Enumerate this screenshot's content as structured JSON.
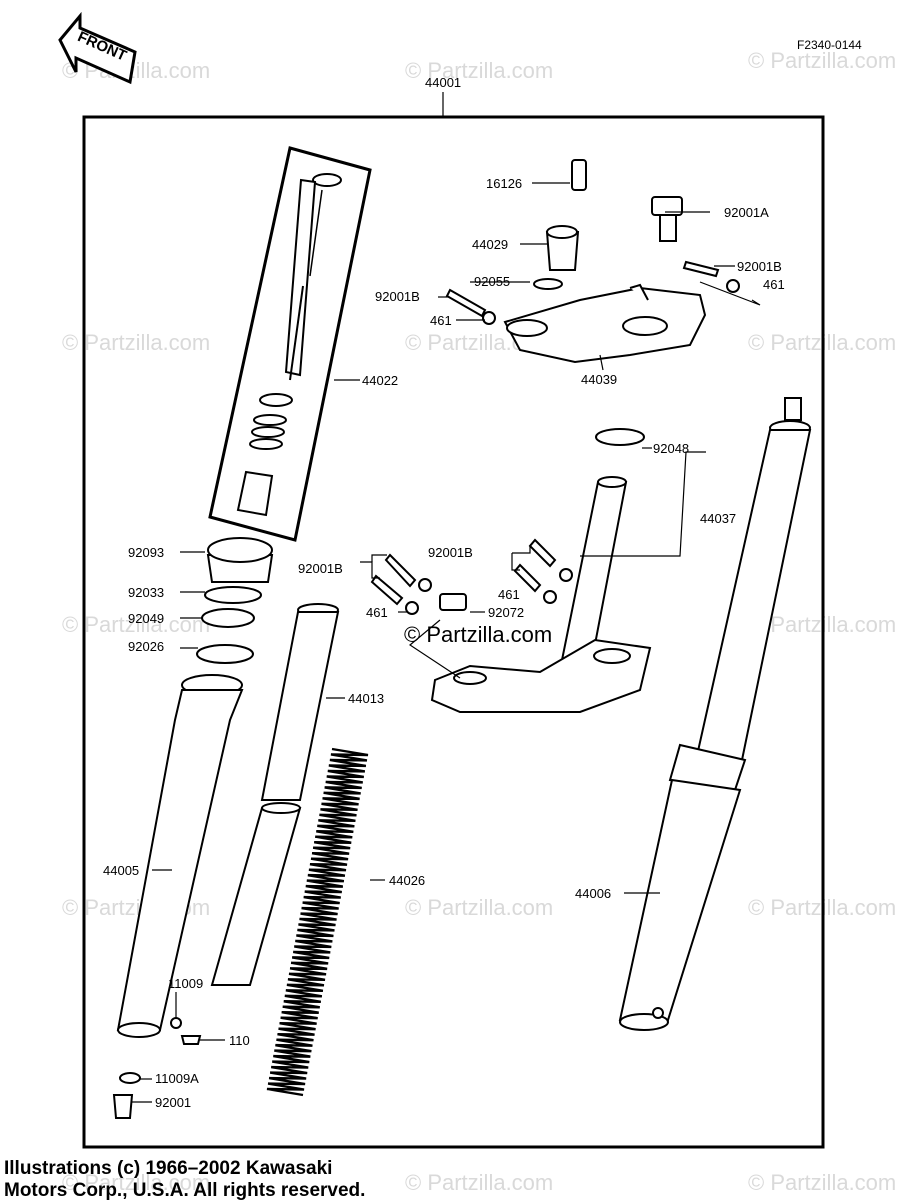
{
  "figure_code": "F2340-0144",
  "front_badge": "FRONT",
  "watermark": "© Partzilla.com",
  "copyright": {
    "line1": "Illustrations (c) 1966–2002 Kawasaki",
    "line2": "Motors Corp., U.S.A.  All rights reserved."
  },
  "parts": {
    "p44001": "44001",
    "p16126": "16126",
    "p92001a": "92001A",
    "p44029": "44029",
    "p92001b_r": "92001B",
    "p92055": "92055",
    "p461_r": "461",
    "p92001b_l": "92001B",
    "p461_l": "461",
    "p44039": "44039",
    "p44022": "44022",
    "p92048": "92048",
    "p44037": "44037",
    "p92093": "92093",
    "p92001b_m": "92001B",
    "p92001b_m2": "92001B",
    "p92033": "92033",
    "p461_m": "461",
    "p461_m2": "461",
    "p92072": "92072",
    "p92049": "92049",
    "p92026": "92026",
    "p44013": "44013",
    "p44005": "44005",
    "p44026": "44026",
    "p44006": "44006",
    "p11009": "11009",
    "p110": "110",
    "p11009a": "11009A",
    "p92001": "92001"
  }
}
